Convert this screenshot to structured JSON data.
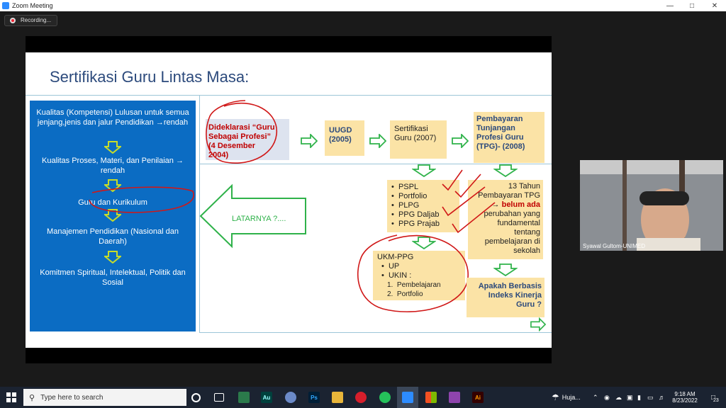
{
  "window": {
    "title": "Zoom Meeting"
  },
  "recording": {
    "label": "Recording..."
  },
  "slide": {
    "title": "Sertifikasi Guru Lintas Masa:",
    "left_items": [
      "Kualitas (Kompetensi) Lulusan untuk semua jenjang,jenis dan jalur Pendidikan →rendah",
      "Kualitas Proses, Materi, dan Penilaian → rendah",
      "Guru dan Kurikulum",
      "Manajemen Pendidikan (Nasional dan Daerah)",
      "Komitmen Spiritual, Intelektual, Politik dan Sosial"
    ],
    "latar_label": "LATARNYA ?....",
    "box_deklarasi": {
      "line1": "Dideklarasi  “Guru",
      "line2": "Sebagai Profesi”",
      "line3": "(4 Desember",
      "line4": "2004)"
    },
    "box_uugd": {
      "line1": "UUGD",
      "line2": "(2005)"
    },
    "box_sertifikasi": {
      "line1": "Sertifikasi",
      "line2": "Guru (2007)"
    },
    "box_tpg": {
      "line1": "Pembayaran",
      "line2": "Tunjangan",
      "line3": "Profesi Guru",
      "line4": "(TPG)- (2008)"
    },
    "box_list": [
      "PSPL",
      "Portfolio",
      "PLPG",
      "PPG Daljab",
      "PPG Prajab"
    ],
    "box_13tahun": {
      "line1": "13 Tahun",
      "line2": "Pembayaran TPG",
      "line3_arrow": "→ ",
      "line3_bold": "belum ada",
      "line4": "perubahan yang",
      "line5": "fundamental",
      "line6": "tentang",
      "line7": "pembelajaran di",
      "line8": "sekolah"
    },
    "box_ukm": {
      "title": "UKM-PPG",
      "items": [
        "UP",
        "UKIN :"
      ],
      "subitems": [
        "Pembelajaran",
        "Portfolio"
      ],
      "subitem_numbers": [
        "1.",
        "2."
      ]
    },
    "box_apakah": {
      "line1": "Apakah Berbasis",
      "line2": "Indeks Kinerja",
      "line3": "Guru ?"
    }
  },
  "participant": {
    "name": "Syawal Gultom-UNIMED"
  },
  "taskbar": {
    "search_placeholder": "Type here to search",
    "weather": "Huja...",
    "time": "9:18 AM",
    "date": "8/23/2022",
    "notifications": "23",
    "app_labels": {
      "audition": "Au",
      "photoshop": "Ps",
      "illustrator": "Ai"
    }
  },
  "colors": {
    "slide_blue": "#0b6cc3",
    "box_fill": "#fbe3a6",
    "accent_red": "#c00000",
    "arrow_green": "#2fb24a",
    "arrow_yellow": "#c7dc2a"
  }
}
